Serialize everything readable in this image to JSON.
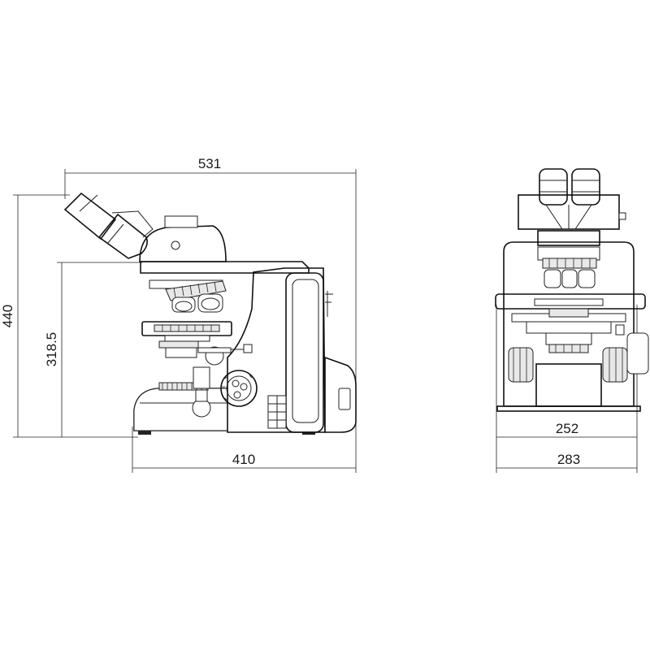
{
  "dimensions": {
    "side_width": "531",
    "side_height": "440",
    "side_stage_height": "318.5",
    "side_base_width": "410",
    "front_inner_width": "252",
    "front_outer_width": "283"
  },
  "colors": {
    "line": "#222222",
    "background": "#ffffff"
  }
}
